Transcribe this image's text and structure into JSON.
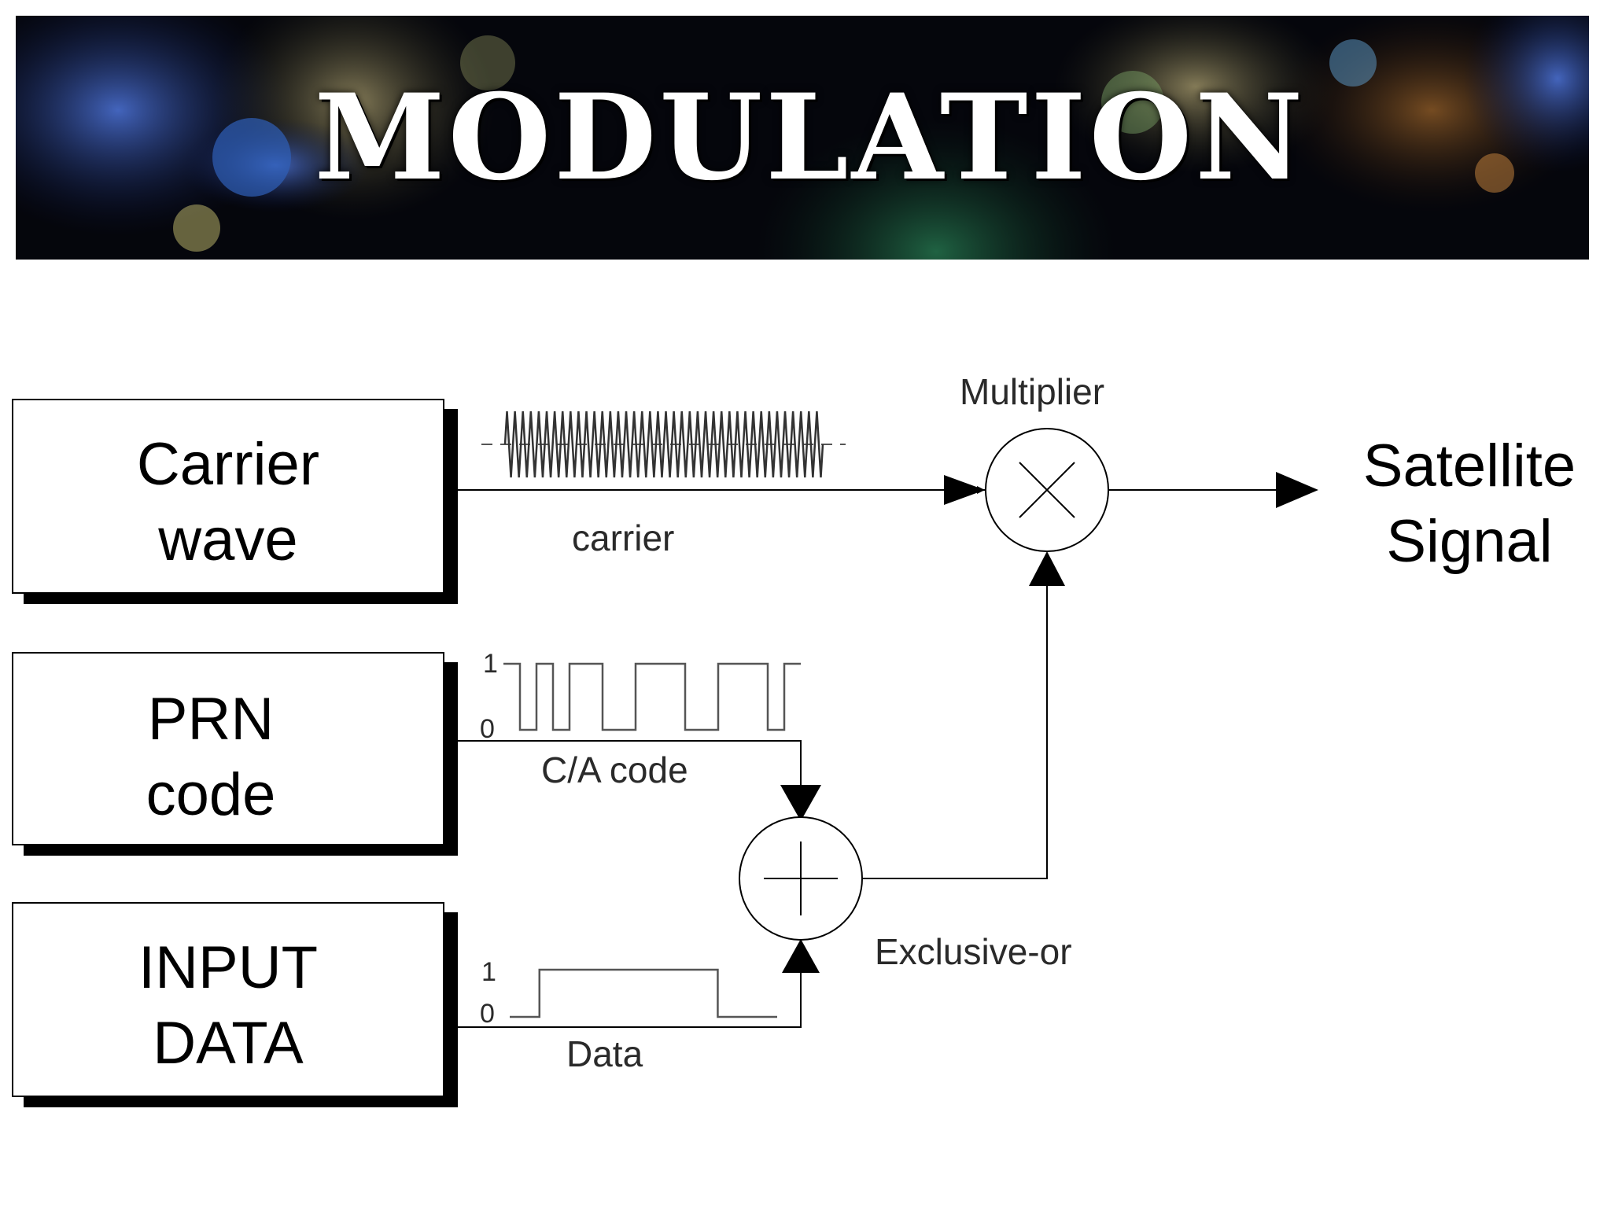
{
  "title": "MODULATION",
  "blocks": {
    "carrier_wave": [
      "Carrier",
      "wave"
    ],
    "prn_code": [
      "PRN",
      "code"
    ],
    "input_data": [
      "INPUT",
      "DATA"
    ],
    "output": [
      "Satellite",
      "Signal"
    ]
  },
  "labels": {
    "carrier": "carrier",
    "ca_code": "C/A code",
    "data": "Data",
    "multiplier": "Multiplier",
    "exclusive_or": "Exclusive-or"
  },
  "axis": {
    "one": "1",
    "zero": "0"
  },
  "signals": {
    "ca_code_bits": [
      1,
      0,
      1,
      0,
      1,
      1,
      0,
      0,
      1,
      1,
      1,
      0,
      0,
      1,
      1,
      1,
      0,
      1
    ],
    "data_bits": [
      0,
      1,
      1,
      1,
      1,
      1,
      1,
      0,
      0
    ],
    "carrier_cycles": 40
  },
  "colors": {
    "line": "#000000",
    "signal": "#555555",
    "banner_bg": "#05060c",
    "title": "#ffffff"
  }
}
